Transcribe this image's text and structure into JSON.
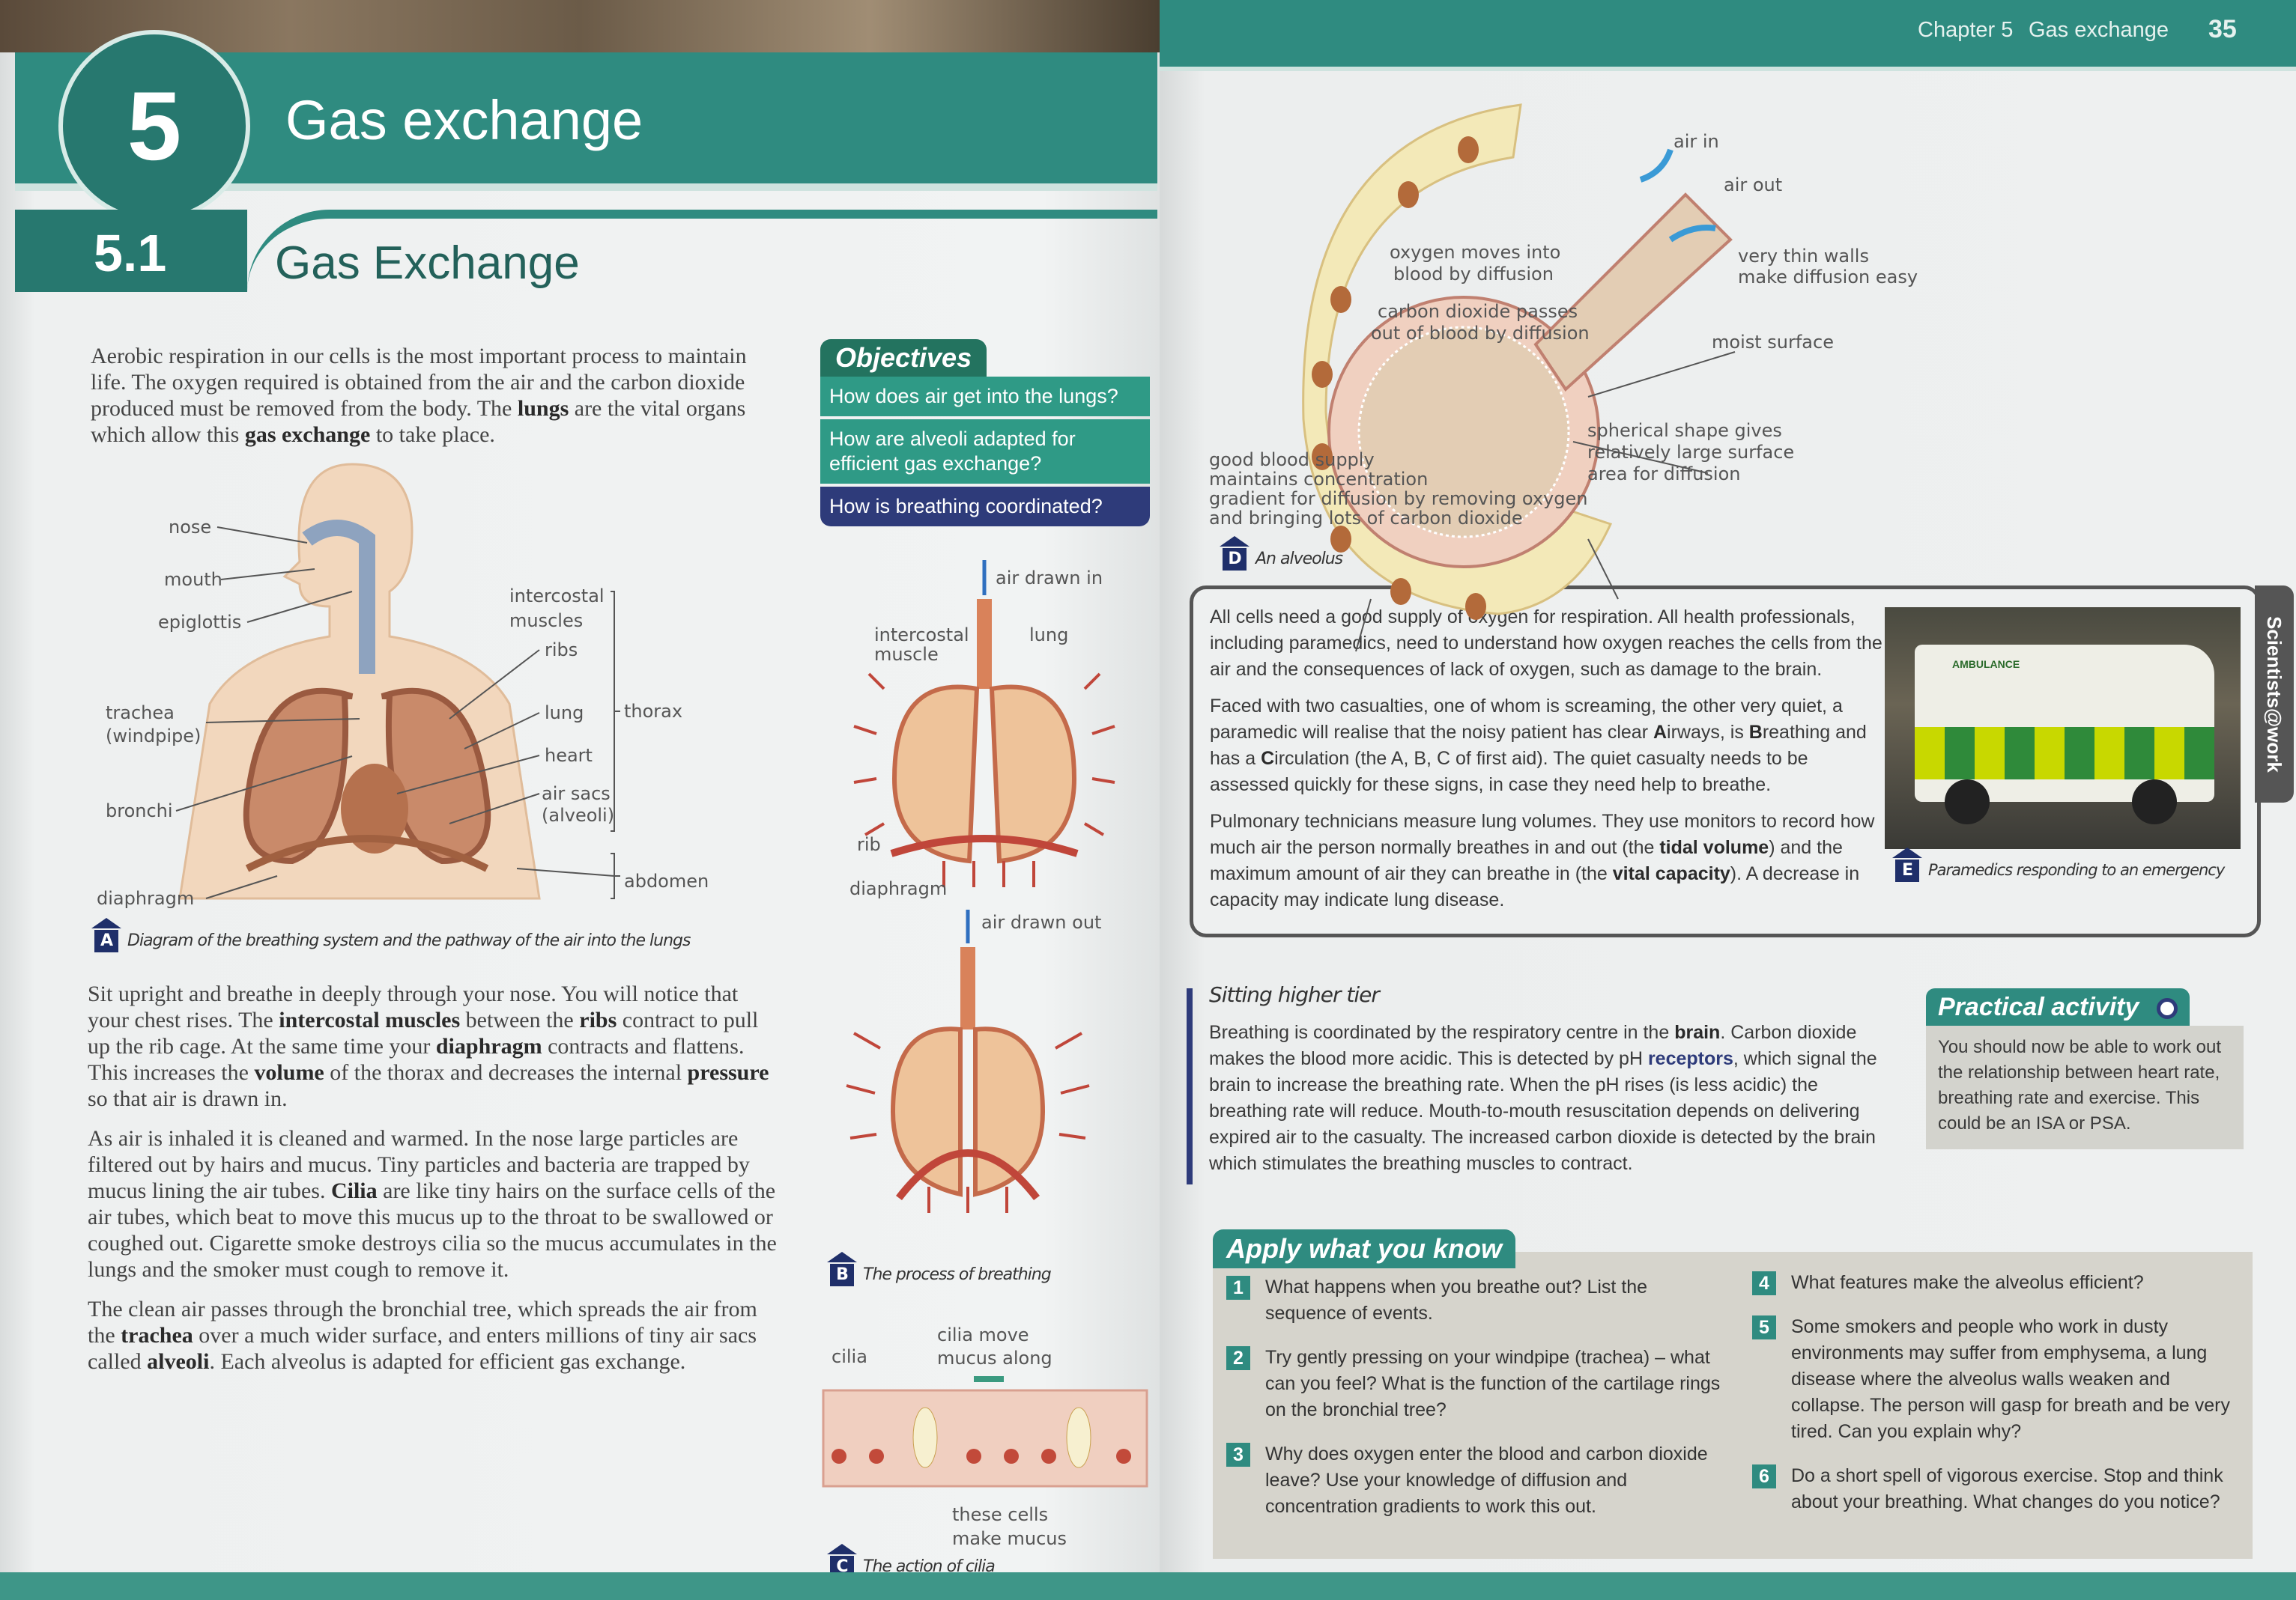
{
  "left_page": {
    "chapter_number": "5",
    "chapter_title": "Gas exchange",
    "section_number": "5.1",
    "section_title": "Gas Exchange",
    "intro": [
      "Aerobic respiration in our cells is the most important process to maintain life. The oxygen required is obtained from the air and the carbon dioxide produced must be removed from the body. The ",
      "lungs",
      " are the vital organs which allow this ",
      "gas exchange",
      " to take place."
    ],
    "para1": [
      "Sit upright and breathe in deeply through your nose. You will notice that your chest rises. The ",
      "intercostal muscles",
      " between the ",
      "ribs",
      " contract to pull up the rib cage. At the same time your ",
      "diaphragm",
      " contracts and flattens. This increases the ",
      "volume",
      " of the thorax and decreases the internal ",
      "pressure",
      " so that air is drawn in."
    ],
    "para2": [
      "As air is inhaled it is cleaned and warmed. In the nose large particles are filtered out by hairs and mucus. Tiny particles and bacteria are trapped by mucus lining the air tubes. ",
      "Cilia",
      " are like tiny hairs on the surface cells of the air tubes, which beat to move this mucus up to the throat to be swallowed or coughed out. Cigarette smoke destroys cilia so the mucus accumulates in the lungs and the smoker must cough to remove it."
    ],
    "para3": [
      "The clean air passes through the bronchial tree, which spreads the air from the ",
      "trachea",
      " over a much wider surface, and enters millions of tiny air sacs called ",
      "alveoli",
      ". Each alveolus is adapted for efficient gas exchange."
    ],
    "objectives": {
      "title": "Objectives",
      "items": [
        "How does air get into the lungs?",
        "How are alveoli adapted for efficient gas exchange?",
        "How is breathing coordinated?"
      ]
    },
    "figure_a": {
      "letter": "A",
      "caption": "Diagram of the breathing system and the pathway of the air into the lungs",
      "labels": {
        "nose": "nose",
        "mouth": "mouth",
        "epiglottis": "epiglottis",
        "trachea1": "trachea",
        "trachea2": "(windpipe)",
        "bronchi": "bronchi",
        "diaphragm": "diaphragm",
        "intercostal1": "intercostal",
        "intercostal2": "muscles",
        "ribs": "ribs",
        "lung": "lung",
        "heart": "heart",
        "airsacs1": "air sacs",
        "airsacs2": "(alveoli)",
        "thorax": "thorax",
        "abdomen": "abdomen"
      }
    },
    "figure_b": {
      "letter": "B",
      "caption": "The process of breathing",
      "labels": {
        "air_in": "air drawn in",
        "intercostal1": "intercostal",
        "intercostal2": "muscle",
        "lung": "lung",
        "rib": "rib",
        "diaphragm": "diaphragm",
        "air_out": "air drawn out"
      }
    },
    "figure_c": {
      "letter": "C",
      "caption": "The action of cilia",
      "labels": {
        "cilia": "cilia",
        "move1": "cilia move",
        "move2": "mucus along",
        "cells1": "these cells",
        "cells2": "make mucus"
      }
    }
  },
  "right_page": {
    "header": {
      "chapter": "Chapter 5",
      "title": "Gas exchange",
      "page": "35"
    },
    "figure_d": {
      "letter": "D",
      "caption": "An alveolus",
      "labels": {
        "air_in": "air in",
        "air_out": "air out",
        "thin1": "very thin walls",
        "thin2": "make diffusion easy",
        "moist": "moist surface",
        "sph1": "spherical shape gives",
        "sph2": "relatively large surface",
        "sph3": "area for diffusion",
        "blood1": "good blood supply",
        "blood2": "maintains concentration",
        "blood3": "gradient for diffusion by removing oxygen",
        "blood4": "and bringing lots of carbon dioxide",
        "o2_1": "oxygen moves into",
        "o2_2": "blood by diffusion",
        "co2_1": "carbon dioxide passes",
        "co2_2": "out of blood by diffusion"
      }
    },
    "scientists": {
      "tab": "Scientists@work",
      "p1": "All cells need a good supply of oxygen for respiration. All health professionals, including paramedics, need to understand how oxygen reaches the cells from the air and the consequences of lack of oxygen, such as damage to the brain.",
      "p2": [
        "Faced with two casualties, one of whom is screaming, the other very quiet, a paramedic will realise that the noisy patient has clear ",
        "A",
        "irways, is ",
        "B",
        "reathing and has a ",
        "C",
        "irculation (the A, B, C of first aid). The quiet casualty needs to be assessed quickly for these signs, in case they need help to breathe."
      ],
      "p3": [
        "Pulmonary technicians measure lung volumes. They use monitors to record how much air the person normally breathes in and out (the ",
        "tidal volume",
        ") and the maximum amount of air they can breathe in (the ",
        "vital capacity",
        "). A decrease in capacity may indicate lung disease."
      ],
      "photo_text": "AMBULANCE",
      "figure_e": {
        "letter": "E",
        "caption": "Paramedics responding to an emergency"
      }
    },
    "sitting_higher": {
      "title": "Sitting higher tier",
      "text": [
        "Breathing is coordinated by the respiratory centre in the ",
        "brain",
        ". Carbon dioxide makes the blood more acidic. This is detected by pH ",
        "receptors",
        ", which signal the brain to increase the breathing rate. When the pH rises (is less acidic) the breathing rate will reduce. Mouth-to-mouth resuscitation depends on delivering expired air to the casualty. The increased carbon dioxide is detected by the brain which stimulates the breathing muscles to contract."
      ]
    },
    "practical": {
      "title": "Practical activity",
      "icon": "magnifier-icon",
      "text": "You should now be able to work out the relationship between heart rate, breathing rate and exercise. This could be an ISA or PSA."
    },
    "apply": {
      "title": "Apply what you know",
      "questions": [
        {
          "n": "1",
          "text": "What happens when you breathe out? List the sequence of events."
        },
        {
          "n": "2",
          "text": "Try gently pressing on your windpipe (trachea) – what can you feel? What is the function of the cartilage rings on the bronchial tree?"
        },
        {
          "n": "3",
          "text": "Why does oxygen enter the blood and carbon dioxide leave? Use your knowledge of diffusion and concentration gradients to work this out."
        },
        {
          "n": "4",
          "text": "What features make the alveolus efficient?"
        },
        {
          "n": "5",
          "text": "Some smokers and people who work in dusty environments may suffer from emphysema, a lung disease where the alveolus walls weaken and collapse. The person will gasp for breath and be very tired. Can you explain why?"
        },
        {
          "n": "6",
          "text": "Do a short spell of vigorous exercise. Stop and think about your breathing. What changes do you notice?"
        }
      ]
    }
  },
  "colors": {
    "teal": "#2f8b80",
    "navy": "#2e3b7a",
    "dark_teal": "#23735f"
  }
}
